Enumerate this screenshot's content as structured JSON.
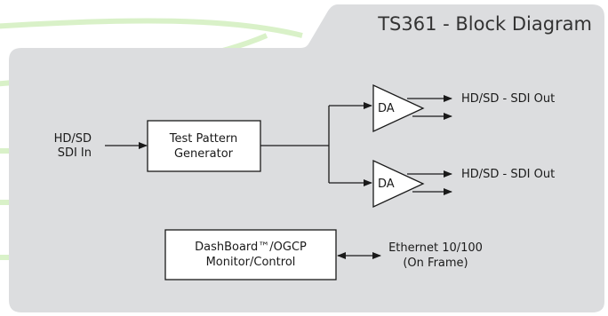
{
  "diagram": {
    "title": "TS361 - Block Diagram",
    "input_label_line1": "HD/SD",
    "input_label_line2": "SDI In",
    "generator_line1": "Test Pattern",
    "generator_line2": "Generator",
    "da_top_label": "DA",
    "da_bottom_label": "DA",
    "output_top_label": "HD/SD - SDI Out",
    "output_bottom_label": "HD/SD - SDI Out",
    "control_line1": "DashBoard™/OGCP",
    "control_line2": "Monitor/Control",
    "ethernet_line1": "Ethernet 10/100",
    "ethernet_line2": "(On Frame)"
  },
  "colors": {
    "panel": "#dcdddf",
    "accent_green": "#c9ecb2",
    "line": "#1a1a1a",
    "box_fill": "#ffffff"
  }
}
